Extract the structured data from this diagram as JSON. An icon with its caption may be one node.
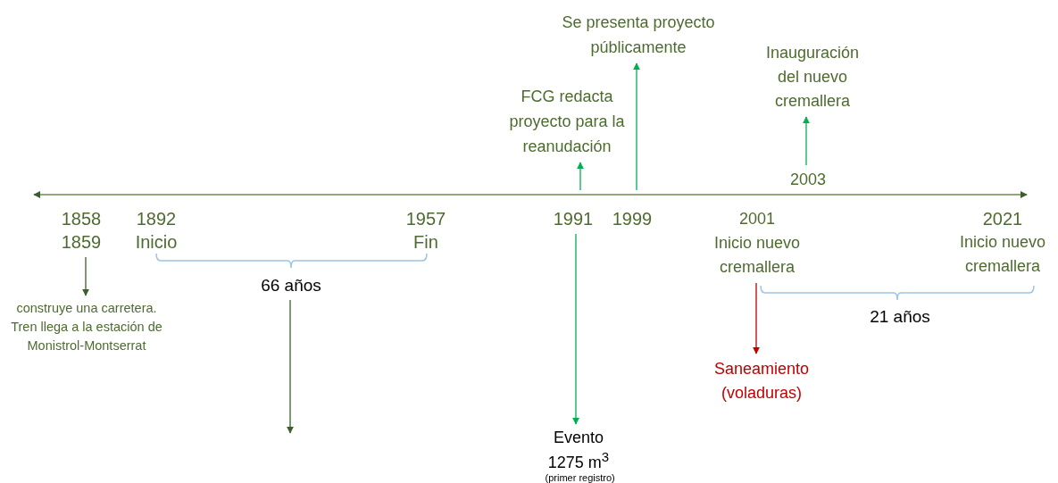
{
  "diagram": {
    "nodes": [
      {
        "text": [
          "1858",
          "1859"
        ]
      },
      {
        "text": [
          "construye una carretera. Tren llega a la estación de Monistrol-Montserrat"
        ]
      },
      {
        "text": [
          "66 años"
        ]
      },
      {
        "text": [
          "1991"
        ]
      },
      {
        "text": [
          "Evento 1275 m$^{3}$",
          "(primer registro)"
        ]
      },
      {
        "text": [
          "FCG redacta proyecto para la reanudación"
        ]
      },
      {
        "text": [
          "Se presenta proyecto públicamente"
        ]
      },
      {
        "text": [
          "2001",
          "Inicio nuevo cremallera"
        ]
      },
      {
        "text": [
          "Saneamiento (voladuras)"
        ]
      },
      {
        "text": [
          "2003"
        ]
      },
      {
        "text": [
          "Inauguración del nuevo cremallera"
        ]
      }
    ],
    "edges": [
      {
        "from": 0,
        "to": 1,
        "arrow": "to",
        "color": "#3b5e2b"
      },
      {
        "from": 2,
        "to": null,
        "arrow": "to",
        "color": "#3b5e2b"
      },
      {
        "from": 3,
        "to": 4,
        "arrow": "to",
        "color": "#00b050"
      },
      {
        "from": 3,
        "to": 5,
        "arrow": "to",
        "color": "#00b050"
      },
      {
        "from": null,
        "to": 6,
        "arrow": "to",
        "color": "#00b050"
      },
      {
        "from": 7,
        "to": 8,
        "arrow": "to",
        "color": "#c00000"
      },
      {
        "from": 9,
        "to": 10,
        "arrow": "to",
        "color": "#00b050"
      }
    ],
    "labels": [
      "1892",
      "Inicio",
      "1957",
      "Fin",
      "1999",
      "2021",
      "Inicio nuevo cremallera",
      "21 años"
    ]
  }
}
